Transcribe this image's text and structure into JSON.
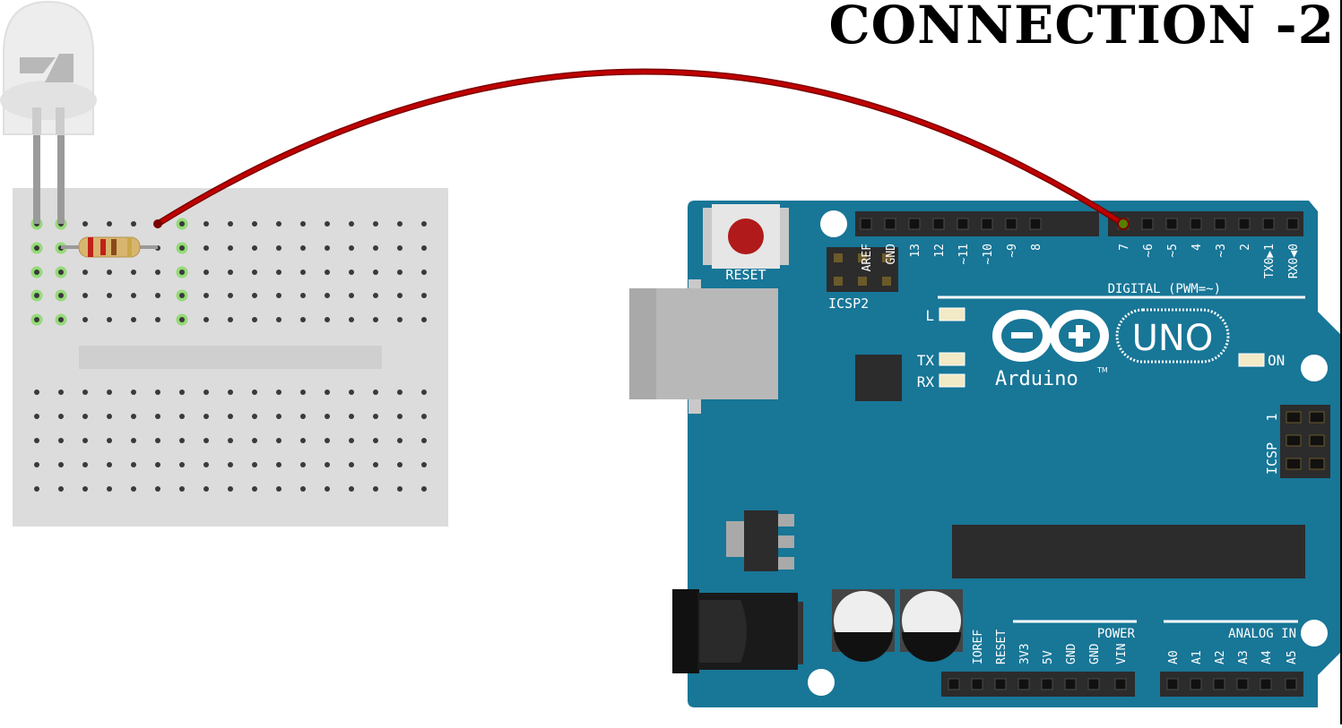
{
  "title": "CONNECTION -2",
  "board": {
    "name": "Arduino",
    "model": "UNO",
    "trademark": "TM",
    "reset_label": "RESET",
    "icsp2_label": "ICSP2",
    "icsp_label": "ICSP",
    "icsp_pin1": "1",
    "digital_label": "DIGITAL (PWM=~)",
    "digital_pins": [
      "AREF",
      "GND",
      "13",
      "12",
      "~11",
      "~10",
      "~9",
      "8",
      "7",
      "~6",
      "~5",
      "4",
      "~3",
      "2",
      "TX0▶1",
      "RX0◀0"
    ],
    "led_l": "L",
    "led_tx": "TX",
    "led_rx": "RX",
    "led_on": "ON",
    "power_label": "POWER",
    "power_pins": [
      "IOREF",
      "RESET",
      "3V3",
      "5V",
      "GND",
      "GND",
      "VIN"
    ],
    "analog_label": "ANALOG IN",
    "analog_pins": [
      "A0",
      "A1",
      "A2",
      "A3",
      "A4",
      "A5"
    ]
  },
  "colors": {
    "board": "#187697",
    "wire": "#c00000",
    "breadboard": "#dcdcdc",
    "hole_active": "#7ed957",
    "reset_button": "#b01a1a"
  },
  "connection": {
    "from": "breadboard row 1, column 6",
    "to": "digital pin 7"
  }
}
